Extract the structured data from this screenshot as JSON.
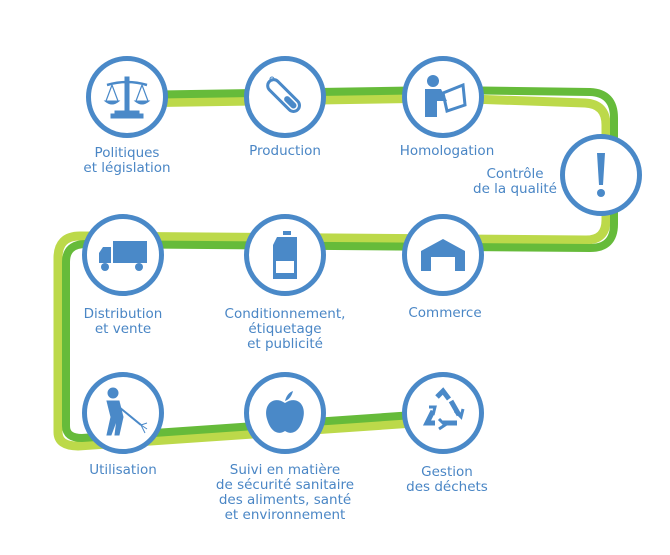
{
  "colors": {
    "blue": "#4a89c8",
    "dark_green": "#66bb3a",
    "light_green": "#bcd94a"
  },
  "steps": [
    {
      "label": "Politiques\net législation",
      "icon": "scales-icon"
    },
    {
      "label": "Production",
      "icon": "test-tube-icon"
    },
    {
      "label": "Homologation",
      "icon": "reading-person-icon"
    },
    {
      "label": "Contrôle\nde la qualité",
      "icon": "exclamation-icon"
    },
    {
      "label": "Distribution\net vente",
      "icon": "truck-icon"
    },
    {
      "label": "Conditionnement,\nétiquetage\net publicité",
      "icon": "bottle-icon"
    },
    {
      "label": "Commerce",
      "icon": "warehouse-icon"
    },
    {
      "label": "Utilisation",
      "icon": "sprayer-person-icon"
    },
    {
      "label": "Suivi en matière\nde sécurité sanitaire\ndes aliments, santé\net environnement",
      "icon": "apple-icon"
    },
    {
      "label": "Gestion\ndes déchets",
      "icon": "recycle-icon"
    }
  ]
}
